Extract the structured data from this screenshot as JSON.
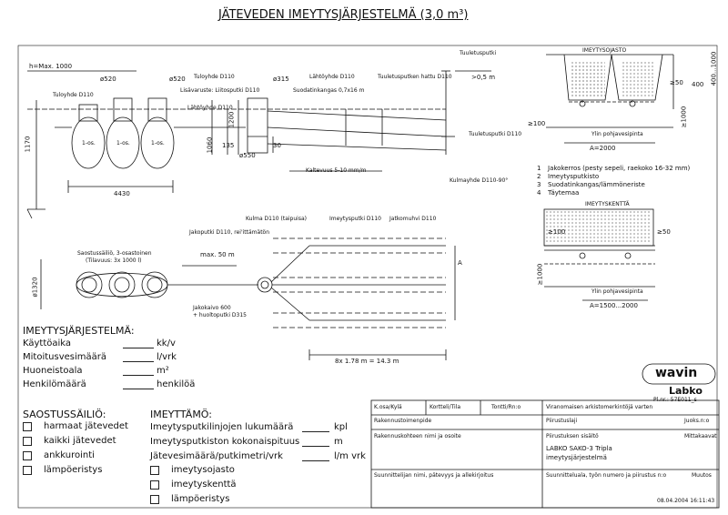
{
  "title": "JÄTEVEDEN IMEYTYSJÄRJESTELMÄ (3,0 m³)",
  "drawing_labels": {
    "h_max": "h=Max. 1000",
    "tuloyhde": "Tuloyhde D110",
    "d520_a": "ø520",
    "d520_b": "ø520",
    "tuloyhde_d110_b": "Tuloyhde D110",
    "lisavaruste": "Lisävaruste: Liitosputki D110",
    "lahtoyhde_a": "Lähtöyhde D110",
    "d315": "ø315",
    "lahtoyhde_b": "Lähtöyhde D110",
    "suodatinkangas": "Suodatinkangas 0,7x16 m",
    "tuuletusputken_hattu": "Tuuletusputken hattu D110",
    "tuuletusputki_top": "Tuuletusputki",
    "gt05": ">0,5 m",
    "tuuletusputki_d110": "Tuuletusputki D110",
    "kaltevuus": "Kaltevuus 5-10 mm/m",
    "kulmayhde": "Kulmayhde D110-90°",
    "dim_1170": "1170",
    "dim_4430": "4430",
    "dim_1060": "1060",
    "dim_1200": "1200",
    "dim_135": "135",
    "dim_30": "30",
    "d550": "ø550",
    "tank1": "1-os.",
    "tank2": "1-os.",
    "tank3": "1-os.",
    "jakoputki": "Jakoputki D110, rei'ittämätön",
    "kulma_d110": "Kulma D110 (taipuisa)",
    "imeytysputki_d110": "Imeytysputki D110",
    "jatkomuhvi": "Jatkomuhvi D110",
    "saostussailio": "Saostussäiliö, 3-osastoinen",
    "tilavuus": "(Tilavuus: 3x 1000 l)",
    "max50": "max. 50 m",
    "d1320": "ø1320",
    "jakokaivo": "Jakokaivo 600",
    "huoltoputki": "+ huoltoputki D315",
    "dim_8x178": "8x 1.78 m = 14.3 m",
    "a_label": "A",
    "imeytysojasto_hdr": "IMEYTYSOJASTO",
    "dim_400_1000": "400...1000",
    "dim_400": "400",
    "dim_ge50_a": "≥50",
    "dim_ge100_a": "≥100",
    "dim_ge1000_a": "≥1000",
    "ylin_pv_a": "Ylin pohjavesipinta",
    "a2000": "A=2000",
    "legend1": "Jakokerros   (pesty sepeli, raekoko 16-32 mm)",
    "legend2": "Imeytysputkisto",
    "legend3": "Suodatinkangas/lämmöneriste",
    "legend4": "Täytemaa",
    "imeytyskentta_hdr": "IMEYTYSKENTTÄ",
    "dim_ge100_b": "≥100",
    "dim_ge50_b": "≥50",
    "dim_ge1000_b": "≥1000",
    "ylin_pv_b": "Ylin pohjavesipinta",
    "a1500": "A=1500...2000",
    "n1": "1",
    "n2": "2",
    "n3": "3",
    "n4": "4"
  },
  "system_form": {
    "heading": "IMEYTYSJÄRJESTELMÄ:",
    "rows": [
      {
        "label": "Käyttöaika",
        "unit": "kk/v"
      },
      {
        "label": "Mitoitusvesimäärä",
        "unit": "l/vrk"
      },
      {
        "label": "Huoneistoala",
        "unit": "m²"
      },
      {
        "label": "Henkilömäärä",
        "unit": "henkilöä"
      }
    ]
  },
  "tank_form": {
    "heading": "SAOSTUSSÄILIÖ:",
    "options": [
      "harmaat jätevedet",
      "kaikki jätevedet",
      "ankkurointi",
      "lämpöeristys"
    ]
  },
  "absorber_form": {
    "heading": "IMEYTTÄMÖ:",
    "rows": [
      {
        "label": "Imeytysputkilinjojen lukumäärä",
        "unit": "kpl"
      },
      {
        "label": "Imeytysputkiston kokonaispituus",
        "unit": "m"
      },
      {
        "label": "Jätevesimäärä/putkimetri/vrk",
        "unit": "l/m vrk"
      }
    ],
    "options": [
      "imeytysojasto",
      "imeytyskenttä",
      "lämpöeristys"
    ]
  },
  "logo": {
    "wavin": "wavin",
    "labko": "Labko",
    "plnr": "Pl.nr.: 57E011_s"
  },
  "title_block": {
    "kosa": "K.osa/Kylä",
    "kortteli": "Kortteli/Tila",
    "tontti": "Tontti/Rn:o",
    "viranomainen": "Viranomaisen arkistomerkintöjä varten",
    "rakennuttaja": "Rakennustoimenpide",
    "piirustuslaji": "Piirustuslaji",
    "juoks": "Juoks.n:o",
    "rakennuskohde": "Rakennuskohteen nimi ja osoite",
    "piirustuksen_sisalto": "Piirustuksen sisältö",
    "mittakaava": "Mittakaavat",
    "content_line1": "LABKO SAKO-3 Tripla",
    "content_line2": "imeytysjärjestelmä",
    "suunnittelija": "Suunnittelijan nimi, pätevyys ja allekirjoitus",
    "suunnitteluala": "Suunnitteluala, työn numero ja piirustus n:o",
    "muutos": "Muutos",
    "date": "08.04.2004 16:11:43"
  }
}
